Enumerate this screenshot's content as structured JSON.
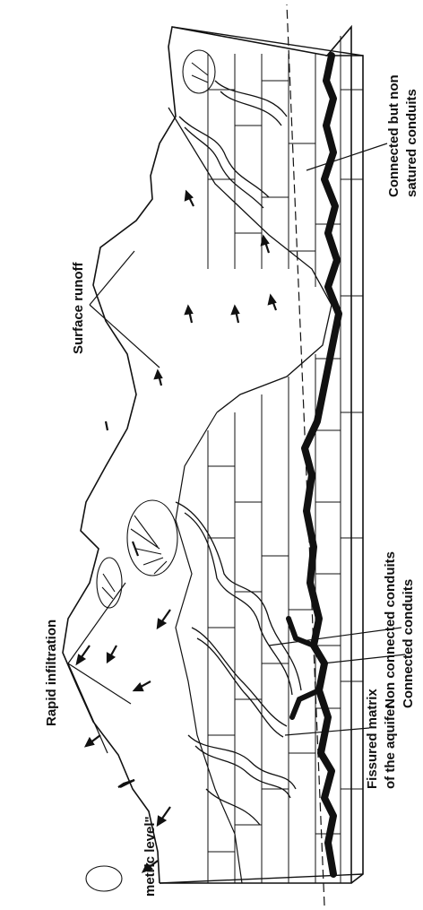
{
  "labels": {
    "rapid_infiltration": "Rapid infiltration",
    "surface_runoff": "Surface runoff",
    "piezometric_level": "metric level\"",
    "non_connected_conduits": "Non connected conduits",
    "connected_conduits": "Connected conduits",
    "fissured_matrix_line1": "Fissured matrix",
    "fissured_matrix_line2": "of the aquifer",
    "connected_non_saturated_line1": "Connected but non",
    "connected_non_saturated_line2": "satured conduits"
  },
  "colors": {
    "ink": "#111111",
    "background": "#ffffff"
  }
}
